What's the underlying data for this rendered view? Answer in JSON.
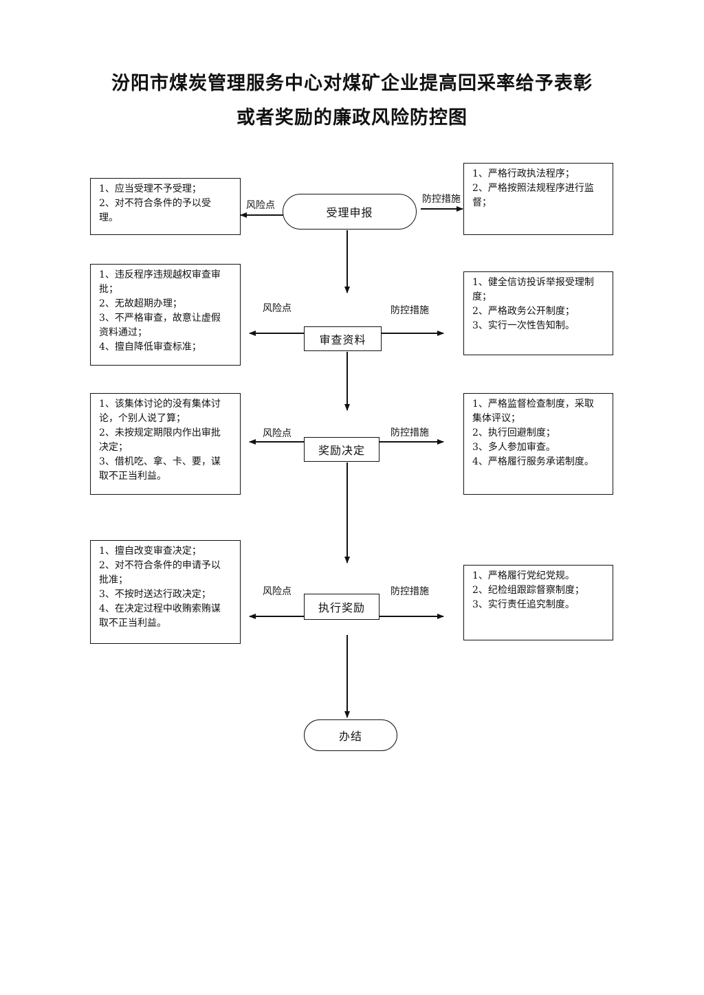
{
  "title": {
    "line1": "汾阳市煤炭管理服务中心对煤矿企业提高回采率给予表彰",
    "line2": "或者奖励的廉政风险防控图"
  },
  "labels": {
    "risk": "风险点",
    "control": "防控措施"
  },
  "nodes": {
    "accept": "受理申报",
    "review": "审查资料",
    "decide": "奖励决定",
    "execute": "执行奖励",
    "finish": "办结"
  },
  "risk": {
    "accept": [
      "1、应当受理不予受理；",
      "2、对不符合条件的予以受",
      "理。"
    ],
    "review": [
      "1、违反程序违规越权审查审",
      "批；",
      "2、无故超期办理；",
      "3、不严格审查，故意让虚假",
      "资料通过；",
      "4、擅自降低审查标准；"
    ],
    "decide": [
      "1、该集体讨论的没有集体讨",
      "论，个别人说了算；",
      "2、未按规定期限内作出审批",
      "决定；",
      "3、借机吃、拿、卡、要，谋",
      "取不正当利益。"
    ],
    "execute": [
      "1、擅自改变审查决定；",
      "2、对不符合条件的申请予以",
      "批准；",
      "3、不按时送达行政决定；",
      "4、在决定过程中收贿索贿谋",
      "取不正当利益。"
    ]
  },
  "control": {
    "accept": [
      "1、严格行政执法程序；",
      "2、严格按照法规程序进行监",
      "督；"
    ],
    "review": [
      "1、健全信访投诉举报受理制",
      "度；",
      "2、严格政务公开制度；",
      "3、实行一次性告知制。"
    ],
    "decide": [
      "1、严格监督检查制度，采取",
      "集体评议；",
      "2、执行回避制度；",
      "3、多人参加审查。",
      "4、严格履行服务承诺制度。"
    ],
    "execute": [
      "1、严格履行党纪党规。",
      "2、纪检组跟踪督察制度；",
      "3、实行责任追究制度。"
    ]
  }
}
